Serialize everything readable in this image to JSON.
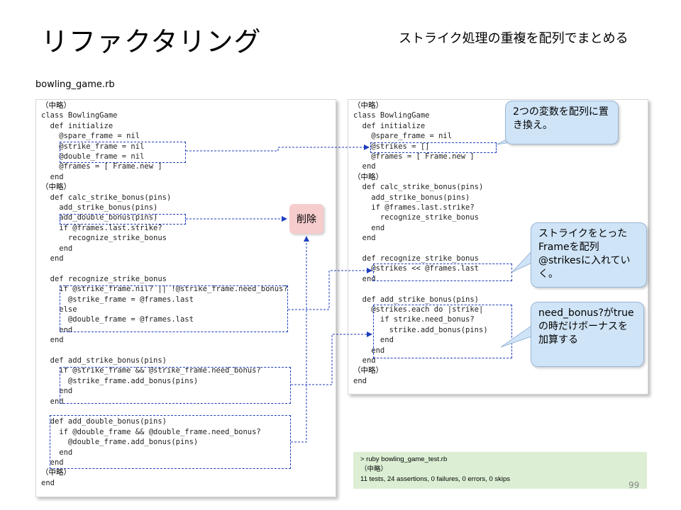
{
  "slide": {
    "title": "リファクタリング",
    "subtitle": "ストライク処理の重複を配列でまとめる",
    "file_label": "bowling_game.rb",
    "page_number": "99"
  },
  "left_code": [
    "（中略）",
    "class BowlingGame",
    "  def initialize",
    "    @spare_frame = nil",
    "    @strike_frame = nil",
    "    @double_frame = nil",
    "    @frames = [ Frame.new ]",
    "  end",
    "（中略）",
    "  def calc_strike_bonus(pins)",
    "    add_strike_bonus(pins)",
    "    add_double_bonus(pins)",
    "    if @frames.last.strike?",
    "      recognize_strike_bonus",
    "    end",
    "  end",
    "",
    "  def recognize_strike_bonus",
    "    if @strike_frame.nil? || !@strike_frame.need_bonus?",
    "      @strike_frame = @frames.last",
    "    else",
    "      @double_frame = @frames.last",
    "    end",
    "  end",
    "",
    "  def add_strike_bonus(pins)",
    "    if @strike_frame && @strike_frame.need_bonus?",
    "      @strike_frame.add_bonus(pins)",
    "    end",
    "  end",
    "",
    "  def add_double_bonus(pins)",
    "    if @double_frame && @double_frame.need_bonus?",
    "      @double_frame.add_bonus(pins)",
    "    end",
    "  end",
    "（中略）",
    "end"
  ],
  "right_code": [
    "（中略）",
    "class BowlingGame",
    "  def initialize",
    "    @spare_frame = nil",
    "    @strikes = []",
    "    @frames = [ Frame.new ]",
    "  end",
    "（中略）",
    "  def calc_strike_bonus(pins)",
    "    add_strike_bonus(pins)",
    "    if @frames.last.strike?",
    "      recognize_strike_bonus",
    "    end",
    "  end",
    "",
    "  def recognize_strike_bonus",
    "    @strikes << @frames.last",
    "  end",
    "",
    "  def add_strike_bonus(pins)",
    "    @strikes.each do |strike|",
    "      if strike.need_bonus?",
    "        strike.add_bonus(pins)",
    "      end",
    "    end",
    "  end",
    "（中略）",
    "end"
  ],
  "callouts": {
    "array": "2つの変数を配列に置き換え。",
    "collect": "ストライクをとったFrameを配列@strikesに入れていく。",
    "bonus": "need_bonus?がtrueの時だけボーナスを加算する"
  },
  "delete_label": "削除",
  "result": {
    "command": "> ruby bowling_game_test.rb",
    "omitted": "（中略）",
    "summary": "11 tests, 24 assertions, 0 failures, 0 errors, 0 skips"
  },
  "colors": {
    "connector": "#1f3fbf",
    "callout_fill": "#cfe4f7",
    "delete_fill": "#f6cccc",
    "result_fill": "#dcefd4"
  }
}
